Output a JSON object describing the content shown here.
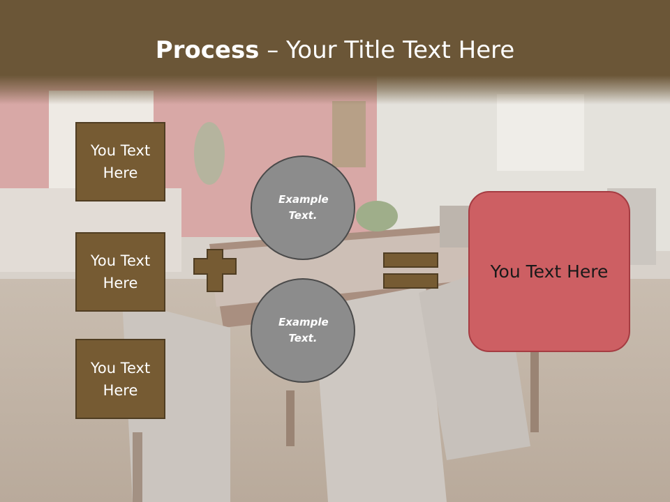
{
  "slide": {
    "title_bold": "Process",
    "title_rest": " – Your Title Text Here"
  },
  "left_boxes": [
    "You Text Here",
    "You Text Here",
    "You Text Here"
  ],
  "circles": [
    "Example Text.",
    "Example Text."
  ],
  "result": "You Text Here",
  "colors": {
    "header": "#6b5637",
    "box": "#765b33",
    "circle": "#8c8c8c",
    "result": "#cd5f63"
  },
  "background": "dining-room-photo"
}
